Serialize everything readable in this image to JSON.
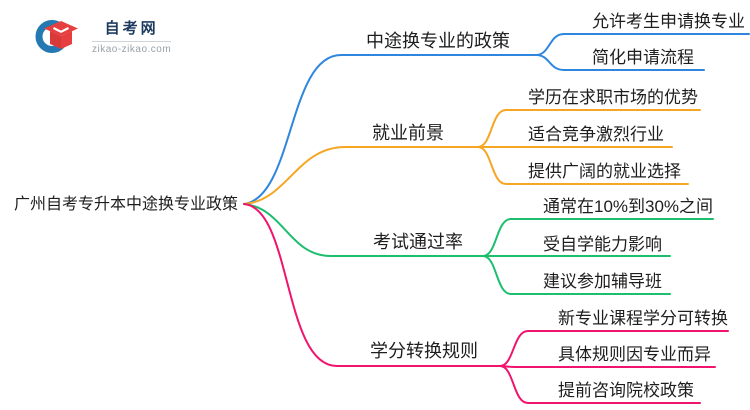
{
  "logo": {
    "title": "自考网",
    "domain": "zikao-zikao.com"
  },
  "center": {
    "label": "广州自考专升本中途换专业政策"
  },
  "branches": [
    {
      "label": "中途换专业的政策",
      "color": "#2E86DE",
      "children": [
        "允许考生申请换专业",
        "简化申请流程"
      ]
    },
    {
      "label": "就业前景",
      "color": "#F6A623",
      "children": [
        "学历在求职市场的优势",
        "适合竞争激烈行业",
        "提供广阔的就业选择"
      ]
    },
    {
      "label": "考试通过率",
      "color": "#1DBE6E",
      "children": [
        "通常在10%到30%之间",
        "受自学能力影响",
        "建议参加辅导班"
      ]
    },
    {
      "label": "学分转换规则",
      "color": "#F0146E",
      "children": [
        "新专业课程学分可转换",
        "具体规则因专业而异",
        "提前咨询院校政策"
      ]
    }
  ],
  "logo_colors": {
    "crescent": "#2579B2",
    "cap": "#E5403F",
    "cap_dark": "#D83A3A"
  }
}
